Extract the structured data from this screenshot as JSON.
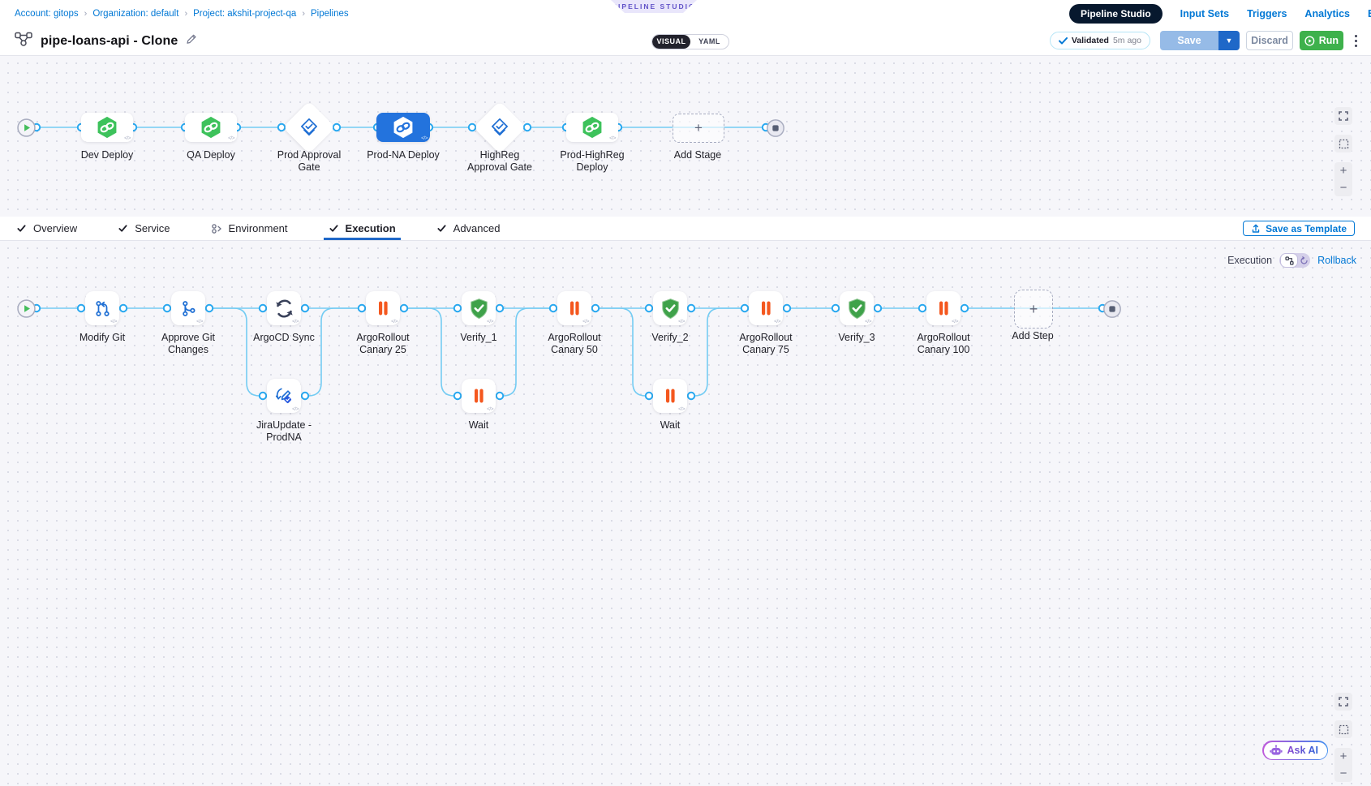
{
  "top_nav": {
    "breadcrumb": [
      {
        "label": "Account: gitops"
      },
      {
        "label": "Organization: default"
      },
      {
        "label": "Project: akshit-project-qa"
      },
      {
        "label": "Pipelines"
      }
    ],
    "studio_badge": "PIPELINE STUDIO",
    "links": [
      {
        "label": "Pipeline Studio",
        "active": true
      },
      {
        "label": "Input Sets",
        "active": false
      },
      {
        "label": "Triggers",
        "active": false
      },
      {
        "label": "Analytics",
        "active": false
      },
      {
        "label": "Execution History",
        "active": false
      }
    ]
  },
  "header": {
    "title": "pipe-loans-api - Clone",
    "view_toggle": {
      "options": [
        "VISUAL",
        "YAML"
      ],
      "selected": "VISUAL"
    },
    "validated_label": "Validated",
    "validated_time": "5m ago",
    "save_label": "Save",
    "discard_label": "Discard",
    "run_label": "Run"
  },
  "stage_canvas": {
    "stages": [
      {
        "name": "Dev Deploy",
        "type": "deploy",
        "icon": "gitops-deploy-icon",
        "selected": false
      },
      {
        "name": "QA Deploy",
        "type": "deploy",
        "icon": "gitops-deploy-icon",
        "selected": false
      },
      {
        "name": "Prod Approval Gate",
        "type": "approval",
        "icon": "approval-gate-icon",
        "selected": false
      },
      {
        "name": "Prod-NA Deploy",
        "type": "deploy",
        "icon": "gitops-deploy-icon",
        "selected": true
      },
      {
        "name": "HighReg Approval Gate",
        "type": "approval",
        "icon": "approval-gate-icon",
        "selected": false
      },
      {
        "name": "Prod-HighReg Deploy",
        "type": "deploy",
        "icon": "gitops-deploy-icon",
        "selected": false
      }
    ],
    "add_stage_label": "Add Stage"
  },
  "tabs": {
    "items": [
      {
        "label": "Overview",
        "icon": "check-icon",
        "active": false
      },
      {
        "label": "Service",
        "icon": "check-icon",
        "active": false
      },
      {
        "label": "Environment",
        "icon": "environment-icon",
        "active": false
      },
      {
        "label": "Execution",
        "icon": "check-icon",
        "active": true
      },
      {
        "label": "Advanced",
        "icon": "check-icon",
        "active": false
      }
    ],
    "save_as_template_label": "Save as Template"
  },
  "execution_canvas": {
    "mode_label": "Execution",
    "rollback_label": "Rollback",
    "steps": [
      {
        "name": "Modify Git",
        "icon": "git-commit-icon"
      },
      {
        "name": "Approve Git Changes",
        "icon": "git-branch-icon"
      },
      {
        "name": "ArgoCD Sync",
        "icon": "sync-icon"
      },
      {
        "name": "ArgoRollout Canary 25",
        "icon": "pause-icon"
      },
      {
        "name": "Verify_1",
        "icon": "shield-check-icon"
      },
      {
        "name": "ArgoRollout Canary 50",
        "icon": "pause-icon"
      },
      {
        "name": "Verify_2",
        "icon": "shield-check-icon"
      },
      {
        "name": "ArgoRollout Canary 75",
        "icon": "pause-icon"
      },
      {
        "name": "Verify_3",
        "icon": "shield-check-icon"
      },
      {
        "name": "ArgoRollout Canary 100",
        "icon": "pause-icon"
      }
    ],
    "parallel_steps": [
      {
        "name": "JiraUpdate - ProdNA",
        "icon": "jira-update-icon",
        "parallel_to": "ArgoCD Sync"
      },
      {
        "name": "Wait",
        "icon": "pause-icon",
        "parallel_to": "Verify_1"
      },
      {
        "name": "Wait",
        "icon": "pause-icon",
        "parallel_to": "Verify_2"
      }
    ],
    "add_step_label": "Add Step"
  },
  "ask_ai": {
    "label": "Ask AI"
  },
  "colors": {
    "primary_blue": "#0278d5",
    "selected_stage_blue": "#2373dd",
    "deploy_green": "#3dc25b",
    "verify_green": "#3fa24a",
    "pause_orange": "#f4571e",
    "sync_slate": "#39415a",
    "connector_blue": "#74ccf3",
    "port_ring_blue": "#28a8f0",
    "nav_pill_navy": "#07182e",
    "run_green": "#3eb14c",
    "badge_purple": "#6152c8",
    "icon_blue": "#1f6fd4"
  }
}
